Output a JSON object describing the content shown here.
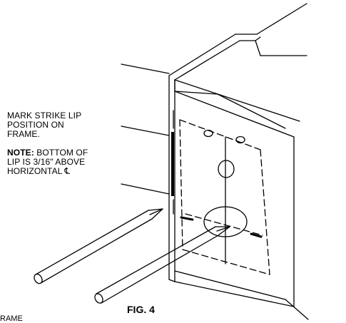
{
  "labels": {
    "mark_strike_lip": [
      "MARK STRIKE LIP",
      "POSITION ON",
      "FRAME."
    ],
    "note_prefix": "NOTE:",
    "note_line1_rest": " BOTTOM OF",
    "note_line2": "LIP IS 3/16\" ABOVE",
    "note_line3": "HORIZONTAL ℄",
    "figure": "FIG. 4",
    "bottom_cut_text": "RAME"
  },
  "colors": {
    "ink": "#000000",
    "paper": "#ffffff"
  }
}
